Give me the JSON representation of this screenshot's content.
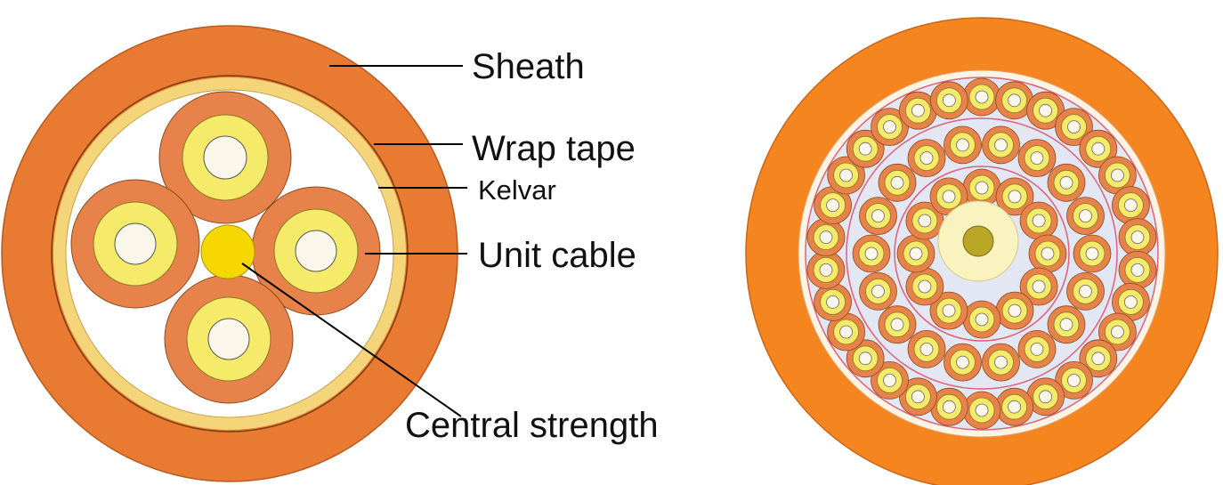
{
  "labels": {
    "sheath": "Sheath",
    "wrap_tape": "Wrap tape",
    "kevlar": "Kelvar",
    "unit_cable": "Unit cable",
    "central_strength": "Central strength"
  },
  "colors": {
    "sheath": "#e97a32",
    "sheath_right": "#f5851f",
    "wrap_tape": "#f5d57a",
    "unit_outer": "#e6824a",
    "unit_yellow": "#f6ea6a",
    "unit_core": "#fbf6ea",
    "central_strength": "#f6d800",
    "fill_blue": "#e3e6f3",
    "layer_ring": "#e0607a",
    "center_light": "#f8f3bf",
    "center_core": "#b8a624",
    "leader": "#000000"
  },
  "right_cable": {
    "unit_count": 60,
    "rings": [
      {
        "name": "inner",
        "count": 12
      },
      {
        "name": "middle",
        "count": 18
      },
      {
        "name": "outer",
        "count": 30
      }
    ]
  }
}
